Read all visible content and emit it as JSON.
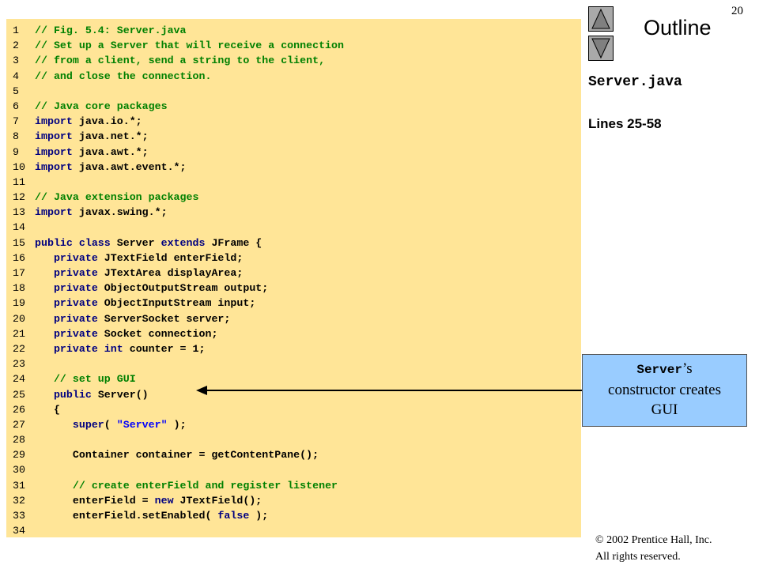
{
  "slide_number": "20",
  "nav": {
    "up_icon": "triangle-up-icon",
    "down_icon": "triangle-down-icon"
  },
  "outline_label": "Outline",
  "file_title": "Server.java",
  "lines_label": "Lines 25-58",
  "callout": {
    "code_word": "Server",
    "rest_1": "’s",
    "rest_2": "constructor creates",
    "rest_3": "GUI"
  },
  "copyright": {
    "line1": "© 2002 Prentice Hall, Inc.",
    "line2": "All rights reserved."
  },
  "code_lines": [
    {
      "n": "1",
      "tokens": [
        {
          "t": "// Fig. 5.4: Server.java",
          "k": "comment"
        }
      ]
    },
    {
      "n": "2",
      "tokens": [
        {
          "t": "// Set up a Server that will receive a connection",
          "k": "comment"
        }
      ]
    },
    {
      "n": "3",
      "tokens": [
        {
          "t": "// from a client, send a string to the client,",
          "k": "comment"
        }
      ]
    },
    {
      "n": "4",
      "tokens": [
        {
          "t": "// and close the connection.",
          "k": "comment"
        }
      ]
    },
    {
      "n": "5",
      "tokens": []
    },
    {
      "n": "6",
      "tokens": [
        {
          "t": "// Java core packages",
          "k": "comment"
        }
      ]
    },
    {
      "n": "7",
      "tokens": [
        {
          "t": "import",
          "k": "keyword"
        },
        {
          "t": " java.io.*;",
          "k": "plain"
        }
      ]
    },
    {
      "n": "8",
      "tokens": [
        {
          "t": "import",
          "k": "keyword"
        },
        {
          "t": " java.net.*;",
          "k": "plain"
        }
      ]
    },
    {
      "n": "9",
      "tokens": [
        {
          "t": "import",
          "k": "keyword"
        },
        {
          "t": " java.awt.*;",
          "k": "plain"
        }
      ]
    },
    {
      "n": "10",
      "tokens": [
        {
          "t": "import",
          "k": "keyword"
        },
        {
          "t": " java.awt.event.*;",
          "k": "plain"
        }
      ]
    },
    {
      "n": "11",
      "tokens": []
    },
    {
      "n": "12",
      "tokens": [
        {
          "t": "// Java extension packages",
          "k": "comment"
        }
      ]
    },
    {
      "n": "13",
      "tokens": [
        {
          "t": "import",
          "k": "keyword"
        },
        {
          "t": " javax.swing.*;",
          "k": "plain"
        }
      ]
    },
    {
      "n": "14",
      "tokens": []
    },
    {
      "n": "15",
      "tokens": [
        {
          "t": "public class",
          "k": "keyword"
        },
        {
          "t": " Server ",
          "k": "plain"
        },
        {
          "t": "extends",
          "k": "keyword"
        },
        {
          "t": " JFrame {",
          "k": "plain"
        }
      ]
    },
    {
      "n": "16",
      "tokens": [
        {
          "t": "   ",
          "k": "plain"
        },
        {
          "t": "private",
          "k": "keyword"
        },
        {
          "t": " JTextField enterField;",
          "k": "plain"
        }
      ]
    },
    {
      "n": "17",
      "tokens": [
        {
          "t": "   ",
          "k": "plain"
        },
        {
          "t": "private",
          "k": "keyword"
        },
        {
          "t": " JTextArea displayArea;",
          "k": "plain"
        }
      ]
    },
    {
      "n": "18",
      "tokens": [
        {
          "t": "   ",
          "k": "plain"
        },
        {
          "t": "private",
          "k": "keyword"
        },
        {
          "t": " ObjectOutputStream output;",
          "k": "plain"
        }
      ]
    },
    {
      "n": "19",
      "tokens": [
        {
          "t": "   ",
          "k": "plain"
        },
        {
          "t": "private",
          "k": "keyword"
        },
        {
          "t": " ObjectInputStream input;",
          "k": "plain"
        }
      ]
    },
    {
      "n": "20",
      "tokens": [
        {
          "t": "   ",
          "k": "plain"
        },
        {
          "t": "private",
          "k": "keyword"
        },
        {
          "t": " ServerSocket server;",
          "k": "plain"
        }
      ]
    },
    {
      "n": "21",
      "tokens": [
        {
          "t": "   ",
          "k": "plain"
        },
        {
          "t": "private",
          "k": "keyword"
        },
        {
          "t": " Socket connection;",
          "k": "plain"
        }
      ]
    },
    {
      "n": "22",
      "tokens": [
        {
          "t": "   ",
          "k": "plain"
        },
        {
          "t": "private int",
          "k": "keyword"
        },
        {
          "t": " counter = 1;",
          "k": "plain"
        }
      ]
    },
    {
      "n": "23",
      "tokens": []
    },
    {
      "n": "24",
      "tokens": [
        {
          "t": "   ",
          "k": "plain"
        },
        {
          "t": "// set up GUI",
          "k": "comment"
        }
      ]
    },
    {
      "n": "25",
      "tokens": [
        {
          "t": "   ",
          "k": "plain"
        },
        {
          "t": "public",
          "k": "keyword"
        },
        {
          "t": " Server()",
          "k": "plain"
        }
      ]
    },
    {
      "n": "26",
      "tokens": [
        {
          "t": "   {",
          "k": "plain"
        }
      ]
    },
    {
      "n": "27",
      "tokens": [
        {
          "t": "      ",
          "k": "plain"
        },
        {
          "t": "super",
          "k": "keyword"
        },
        {
          "t": "( ",
          "k": "plain"
        },
        {
          "t": "\"Server\"",
          "k": "string"
        },
        {
          "t": " );",
          "k": "plain"
        }
      ]
    },
    {
      "n": "28",
      "tokens": []
    },
    {
      "n": "29",
      "tokens": [
        {
          "t": "      Container container = getContentPane();",
          "k": "plain"
        }
      ]
    },
    {
      "n": "30",
      "tokens": []
    },
    {
      "n": "31",
      "tokens": [
        {
          "t": "      ",
          "k": "plain"
        },
        {
          "t": "// create enterField and register listener",
          "k": "comment"
        }
      ]
    },
    {
      "n": "32",
      "tokens": [
        {
          "t": "      enterField = ",
          "k": "plain"
        },
        {
          "t": "new",
          "k": "keyword"
        },
        {
          "t": " JTextField();",
          "k": "plain"
        }
      ]
    },
    {
      "n": "33",
      "tokens": [
        {
          "t": "      enterField.setEnabled( ",
          "k": "plain"
        },
        {
          "t": "false",
          "k": "keyword"
        },
        {
          "t": " );",
          "k": "plain"
        }
      ]
    },
    {
      "n": "34",
      "tokens": []
    }
  ]
}
